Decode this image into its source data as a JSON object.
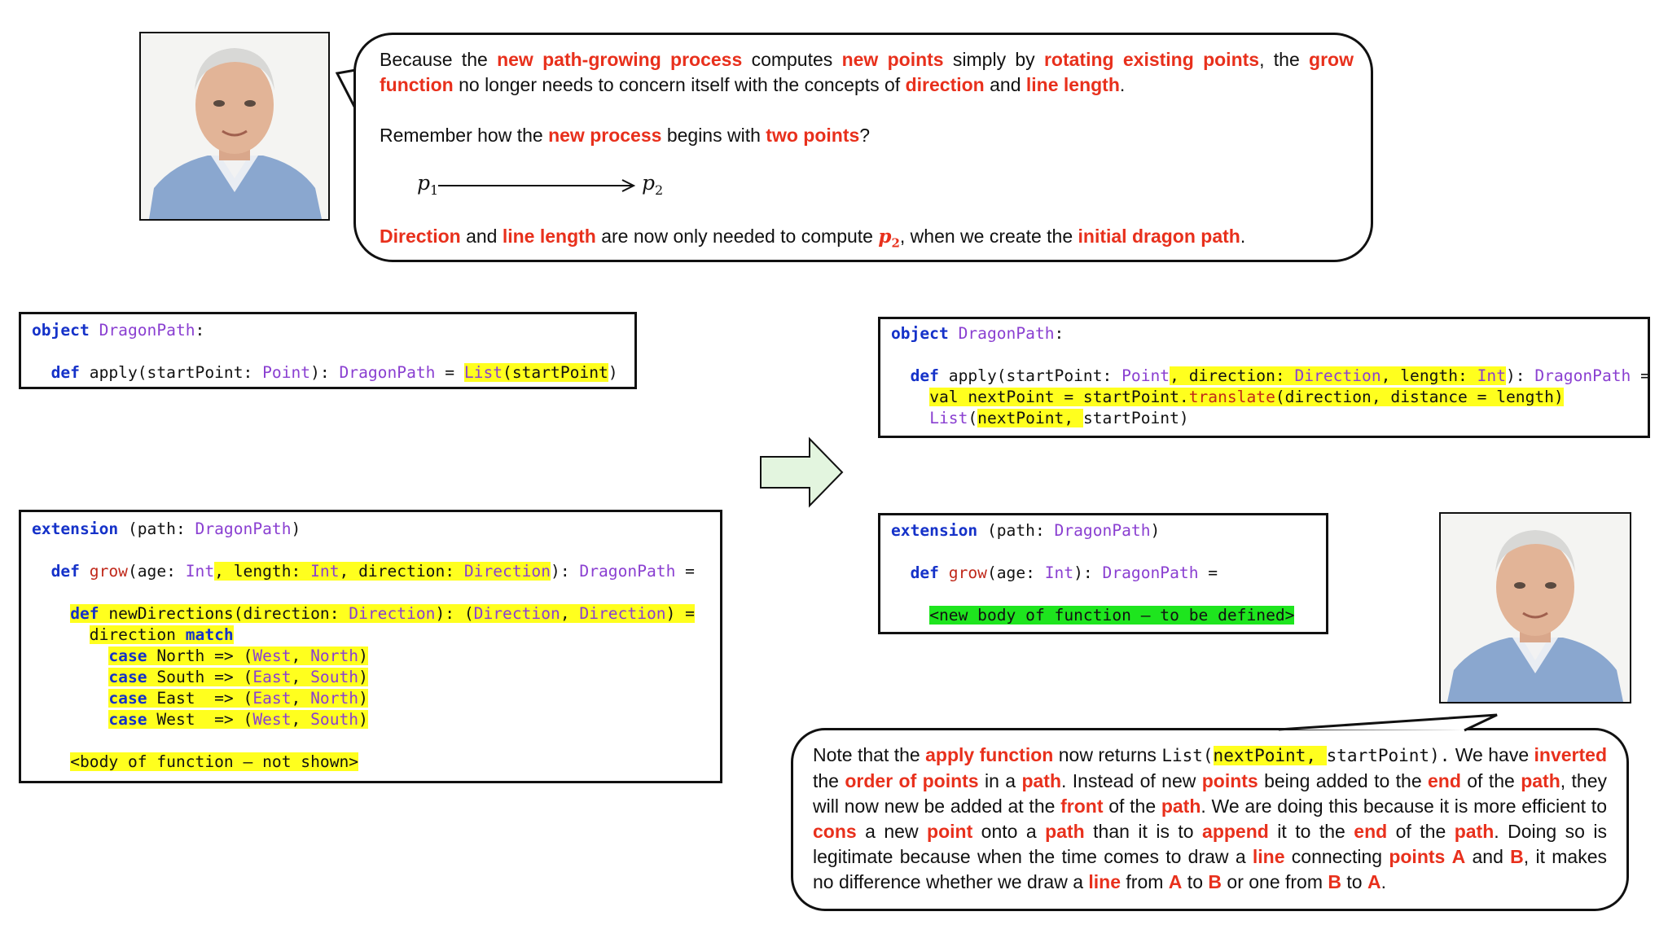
{
  "top_speech": {
    "para1": {
      "t1": "Because the ",
      "r1": "new path-growing process",
      "t2": " computes ",
      "r2": "new points",
      "t3": " simply by ",
      "r3": "rotating existing points",
      "t4": ", the ",
      "r4": "grow function",
      "t5": " no longer needs to concern itself with the concepts of ",
      "r5": "direction",
      "t6": " and ",
      "r6": "line length",
      "t7": "."
    },
    "para2": {
      "t1": "Remember how the ",
      "r1": "new process",
      "t2": " begins with ",
      "r2": "two points",
      "t3": "?"
    },
    "diagram": {
      "p": "p",
      "sub1": "1",
      "sub2": "2"
    },
    "para3": {
      "r1": "Direction",
      "t1": " and ",
      "r2": "line length",
      "t2": " are now only needed to compute ",
      "t3": ", when we create the ",
      "r3": "initial dragon path",
      "t4": "."
    }
  },
  "bottom_speech": {
    "t1": "Note that the ",
    "r1": "apply function",
    "t2": " now returns ",
    "c1": "List(",
    "c2": "nextPoint, ",
    "c3": "startPoint).",
    "t3": " We have ",
    "r2": "inverted",
    "t4": " the ",
    "r3": "order of points",
    "t5": " in a ",
    "r4": "path",
    "t6": ". Instead of new ",
    "r5": "points",
    "t7": " being added to the ",
    "r6": "end",
    "t8": " of the ",
    "r7": "path",
    "t9": ", they will now new be added at the ",
    "r8": "front",
    "t10": " of the ",
    "r9": "path",
    "t11": ". We are doing this because it is more efficient to ",
    "r10": "cons",
    "t12": " a new ",
    "r11": "point",
    "t13": " onto a ",
    "r12": "path",
    "t14": " than it is to ",
    "r13": "append",
    "t15": " it to the ",
    "r14": "end",
    "t16": " of the ",
    "r15": "path",
    "t17": ". Doing so is legitimate because when the time comes to draw a ",
    "r16": "line",
    "t18": " connecting ",
    "r17": "points",
    "t19": " ",
    "r18": "A",
    "t20": " and ",
    "r19": "B",
    "t21": ", it makes no difference whether we draw a ",
    "r20": "line",
    "t22": " from ",
    "r21": "A",
    "t23": " to ",
    "r22": "B",
    "t24": " or one from ",
    "r23": "B",
    "t25": " to ",
    "r24": "A",
    "t26": "."
  },
  "code_old_object": {
    "l1": {
      "kw": "object",
      "sp": " ",
      "ty": "DragonPath",
      "t": ":"
    },
    "l3": {
      "ind": "  ",
      "kw": "def",
      "t1": " apply(startPoint: ",
      "ty1": "Point",
      "t2": "): ",
      "ty2": "DragonPath",
      "t3": " = ",
      "h1": "List",
      "h2": "(startPoint",
      "t4": ")"
    }
  },
  "code_new_object": {
    "l1": {
      "kw": "object",
      "sp": " ",
      "ty": "DragonPath",
      "t": ":"
    },
    "l3": {
      "ind": "  ",
      "kw": "def",
      "t1": " apply(startPoint: ",
      "ty1": "Point",
      "h1": ", direction: ",
      "hty1": "Direction",
      "h2": ", length: ",
      "hty2": "Int",
      "t2": "): ",
      "ty2": "DragonPath",
      "t3": " ="
    },
    "l4": {
      "ind": "    ",
      "h1": "val nextPoint = startPoint.",
      "hfn": "translate",
      "h2": "(direction, distance = length)"
    },
    "l5": {
      "ind": "    ",
      "ty": "List",
      "t1": "(",
      "h1": "nextPoint, ",
      "t2": "startPoint)"
    }
  },
  "code_old_ext": {
    "l1": {
      "kw": "extension",
      "t1": " (path: ",
      "ty": "DragonPath",
      "t2": ")"
    },
    "l3": {
      "ind": "  ",
      "kw": "def",
      "sp": " ",
      "fn": "grow",
      "t1": "(age: ",
      "ty1": "Int",
      "h1": ", length: ",
      "hty1": "Int",
      "h2": ", direction: ",
      "hty2": "Direction",
      "t2": "): ",
      "ty2": "DragonPath",
      "t3": " ="
    },
    "l5": {
      "ind": "    ",
      "kw": "def",
      "h1": " newDirections(direction: ",
      "hty1": "Direction",
      "h2": "): (",
      "hty2": "Direction",
      "h3": ", ",
      "hty3": "Direction",
      "h4": ") ="
    },
    "l6": {
      "ind": "      ",
      "h1": "direction ",
      "hkw": "match"
    },
    "cases": [
      {
        "ind": "        ",
        "kw": "case",
        "from": " North => ",
        "a": "West",
        "sep": ", ",
        "b": "North",
        "close": ")"
      },
      {
        "ind": "        ",
        "kw": "case",
        "from": " South => ",
        "a": "East",
        "sep": ", ",
        "b": "South",
        "close": ")"
      },
      {
        "ind": "        ",
        "kw": "case",
        "from": " East  => ",
        "a": "East",
        "sep": ", ",
        "b": "North",
        "close": ")"
      },
      {
        "ind": "        ",
        "kw": "case",
        "from": " West  => ",
        "a": "West",
        "sep": ", ",
        "b": "South",
        "close": ")"
      }
    ],
    "open_paren": "(",
    "body": {
      "ind": "    ",
      "h": "<body of function – not shown>"
    }
  },
  "code_new_ext": {
    "l1": {
      "kw": "extension",
      "t1": " (path: ",
      "ty": "DragonPath",
      "t2": ")"
    },
    "l3": {
      "ind": "  ",
      "kw": "def",
      "sp": " ",
      "fn": "grow",
      "t1": "(age: ",
      "ty1": "Int",
      "t2": "): ",
      "ty2": "DragonPath",
      "t3": " ="
    },
    "body": {
      "ind": "    ",
      "h": "<new body of function – to be defined>"
    }
  },
  "colors": {
    "red": "#e8301c",
    "keyword": "#1532c9",
    "type": "#8a3fd1",
    "highlight_yellow": "#ffff1e",
    "highlight_green": "#1ee51e",
    "arrow_fill": "#e3f5df"
  },
  "icons": {
    "arrow": "right-arrow-icon",
    "avatar": "presenter-avatar"
  }
}
